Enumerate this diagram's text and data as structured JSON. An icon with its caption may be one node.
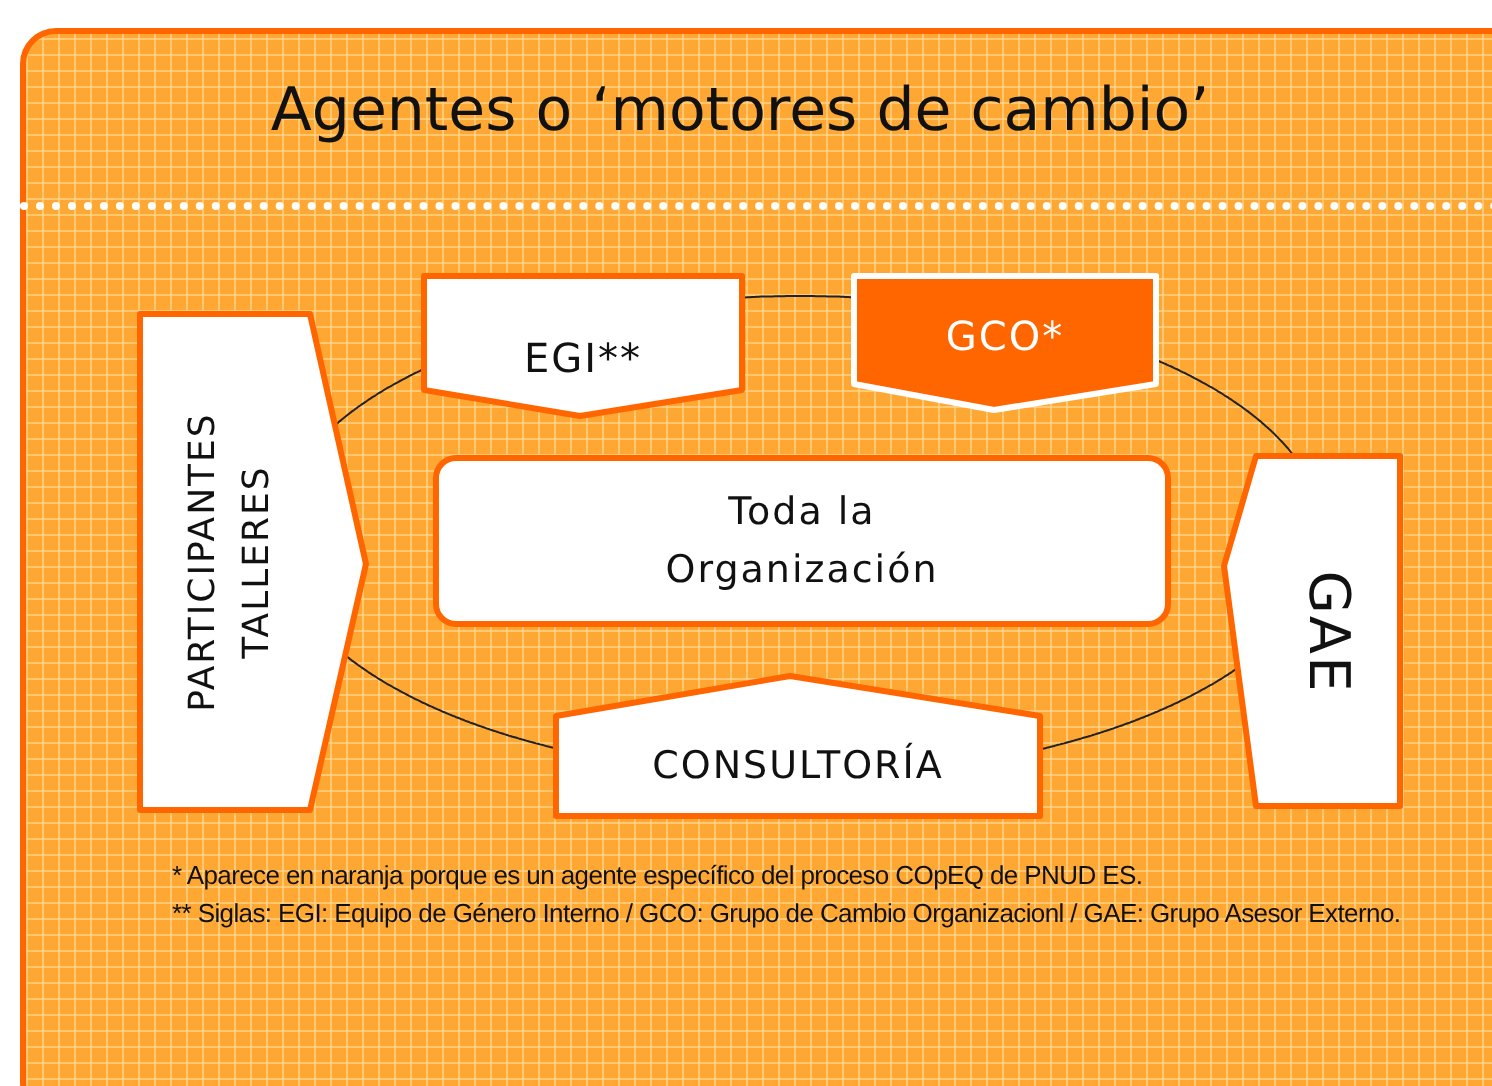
{
  "diagram": {
    "title": "Agentes o ‘motores de cambio’",
    "nodes": [
      {
        "text": [
          "PARTICIPANTES TALLERES"
        ]
      },
      {
        "text": [
          "EGI**"
        ]
      },
      {
        "text": [
          "GCO*"
        ]
      },
      {
        "text": [
          "Toda la Organización"
        ]
      },
      {
        "text": [
          "GAE"
        ]
      },
      {
        "text": [
          "CONSULTORÍA"
        ]
      }
    ],
    "edges": [
      {
        "from": 0,
        "to": 1,
        "arrow": "none"
      },
      {
        "from": 1,
        "to": 2,
        "arrow": "none"
      },
      {
        "from": 2,
        "to": 4,
        "arrow": "none"
      },
      {
        "from": 4,
        "to": 5,
        "arrow": "none"
      },
      {
        "from": 5,
        "to": 0,
        "arrow": "none"
      }
    ],
    "labels": [
      "* Aparece en naranja porque es un agente específico del proceso COpEQ de PNUD ES.",
      "** Siglas: EGI: Equipo de Género Interno / GCO: Grupo de Cambio Organizacionl / GAE: Grupo Asesor Externo."
    ]
  }
}
